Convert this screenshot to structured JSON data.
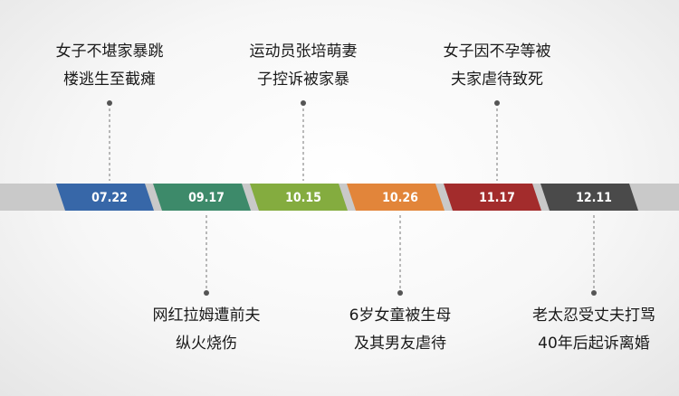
{
  "events": [
    {
      "date": "07.22",
      "color": "#3767a8",
      "position": "above",
      "lines": [
        "女子不堪家暴跳",
        "楼逃生至截瘫"
      ]
    },
    {
      "date": "09.17",
      "color": "#3d8a6a",
      "position": "below",
      "lines": [
        "网红拉姆遭前夫",
        "纵火烧伤"
      ]
    },
    {
      "date": "10.15",
      "color": "#84ac3f",
      "position": "above",
      "lines": [
        "运动员张培萌妻",
        "子控诉被家暴"
      ]
    },
    {
      "date": "10.26",
      "color": "#e2853a",
      "position": "below",
      "lines": [
        "6岁女童被生母",
        "及其男友虐待"
      ]
    },
    {
      "date": "11.17",
      "color": "#a32c2c",
      "position": "above",
      "lines": [
        "女子因不孕等被",
        "夫家虐待致死"
      ]
    },
    {
      "date": "12.11",
      "color": "#4a4a4a",
      "position": "below",
      "lines": [
        "老太忍受丈夫打骂",
        "40年后起诉离婚"
      ]
    }
  ],
  "colors": {
    "band": "#c9c9c9",
    "connector": "#777777"
  }
}
